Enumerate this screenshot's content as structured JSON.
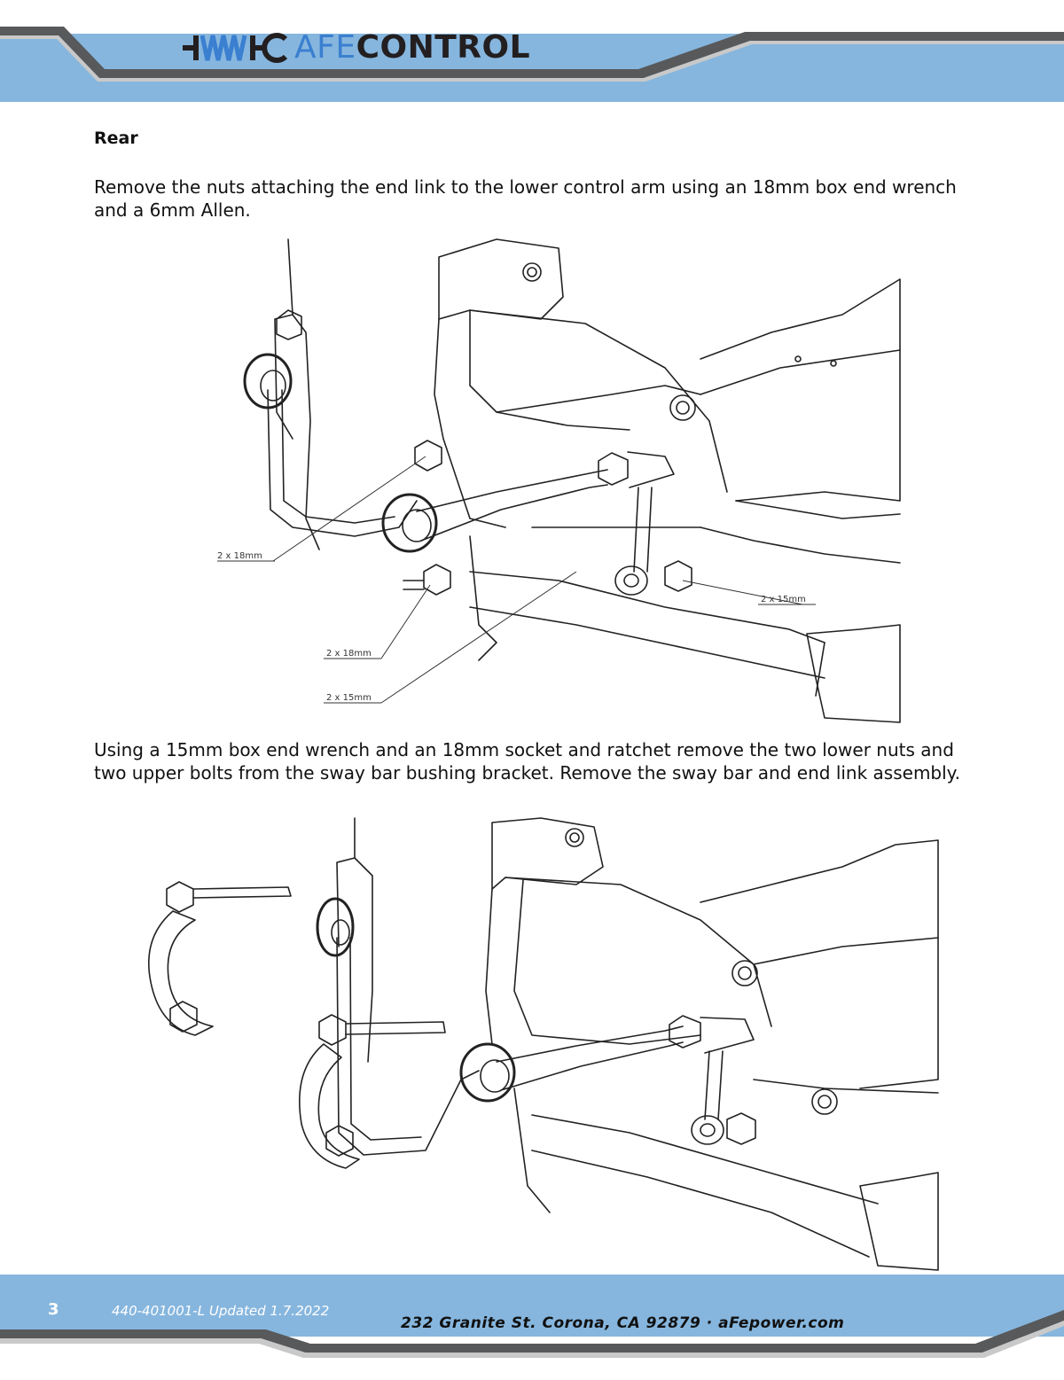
{
  "header": {
    "brand_prefix": "AFE",
    "brand_suffix": "CONTROL",
    "logo_icon": "afe-control-spring-logo-icon",
    "band_color": "#86b6de",
    "accent_color": "#3a7fd0"
  },
  "section": {
    "heading": "Rear",
    "step1": "Remove the nuts attaching the end link to the lower control arm using an 18mm box end wrench and a 6mm Allen.",
    "step2": "Using a 15mm box end wrench and an 18mm socket and ratchet remove the two lower nuts and two upper bolts from the sway bar bushing bracket.  Remove the sway bar and end link assembly."
  },
  "figure1": {
    "callouts": [
      "2 x 18mm",
      "2 x 18mm",
      "2 x 15mm",
      "2 x 15mm"
    ]
  },
  "footer": {
    "page_number": "3",
    "doc_id": "440-401001-L  Updated 1.7.2022",
    "address": "232 Granite St. Corona, CA 92879 · aFepower.com"
  }
}
